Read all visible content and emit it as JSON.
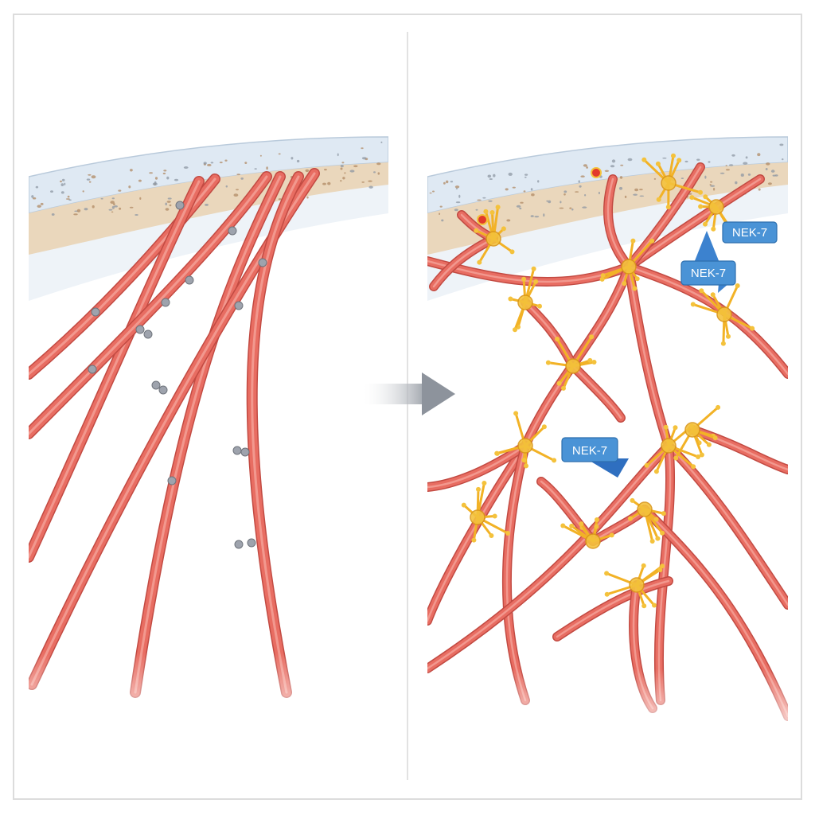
{
  "colors": {
    "fiber": "#e86d62",
    "fiber_dark": "#c24a42",
    "fiber_light": "#f4a39a",
    "node_gray": "#9ea3ad",
    "branch_yellow": "#f2b226",
    "node_gold": "#f4c23c",
    "tip_red": "#e23a2a",
    "membrane_blue": "#dfe9f3",
    "membrane_tan": "#ead7bc",
    "arrow": "#8d939c",
    "label_fill": "#4a93d6",
    "label_marker": "#2f6fc0"
  },
  "labels": [
    "NEK-7",
    "NEK-7",
    "NEK-7"
  ]
}
